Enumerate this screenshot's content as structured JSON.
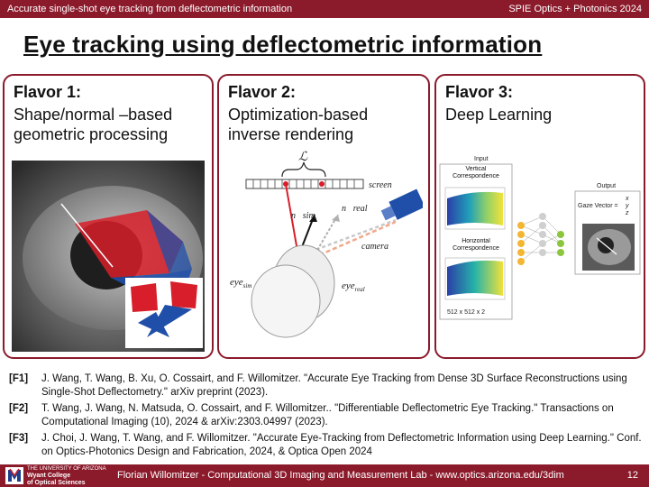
{
  "header": {
    "left_text": "Accurate single-shot eye tracking from deflectometric information",
    "right_text": "SPIE Optics + Photonics 2024"
  },
  "slide": {
    "title": "Eye tracking using deflectometric information"
  },
  "panels": [
    {
      "title": "Flavor 1:",
      "subtitle_lines": [
        "Shape/normal –based",
        "geometric processing"
      ]
    },
    {
      "title": "Flavor 2:",
      "subtitle_lines": [
        "Optimization-based",
        "inverse rendering"
      ],
      "figure": {
        "loss": "ℒ",
        "screen": "screen",
        "n_sim": "n⃗sim",
        "n_real": "n⃗real",
        "camera": "camera",
        "eye_sim": "eye",
        "eye_sim_sub": "sim",
        "eye_real": "eye",
        "eye_real_sub": "real"
      }
    },
    {
      "title": "Flavor 3:",
      "subtitle_lines": [
        "Deep Learning"
      ],
      "figure": {
        "input": "Input",
        "vertical": "Vertical Correspondence",
        "horizontal": "Horizontal Correspondence",
        "size": "512 x 512 x 2",
        "output": "Output",
        "gaze": "Gaze Vector =",
        "vec": [
          "x",
          "y",
          "z"
        ]
      }
    }
  ],
  "references": [
    {
      "tag": "[F1]",
      "text": "J. Wang, T. Wang, B. Xu, O. Cossairt, and  F. Willomitzer. \"Accurate Eye Tracking from Dense 3D Surface Reconstructions using Single-Shot Deflectometry.\" arXiv preprint (2023)."
    },
    {
      "tag": "[F2]",
      "text": "T. Wang, J. Wang, N. Matsuda, O. Cossairt, and F. Willomitzer.. \"Differentiable Deflectometric Eye Tracking.\" Transactions on Computational Imaging (10), 2024 & arXiv:2303.04997 (2023)."
    },
    {
      "tag": "[F3]",
      "text": "J. Choi, J. Wang, T. Wang, and F. Willomitzer. \"Accurate Eye-Tracking from Deflectometric Information using Deep Learning.\" Conf. on Optics-Photonics Design and Fabrication, 2024, & Optica Open 2024"
    }
  ],
  "footer": {
    "uni_line1": "THE UNIVERSITY OF ARIZONA",
    "uni_line2": "Wyant College",
    "uni_line3": "of Optical Sciences",
    "center_text": "Florian Willomitzer - Computational 3D Imaging and Measurement Lab - www.optics.arizona.edu/3dim",
    "page_number": "12"
  },
  "colors": {
    "brand": "#8b1a2b",
    "accent_blue": "#1f4fa8",
    "accent_red": "#d81e2a"
  }
}
